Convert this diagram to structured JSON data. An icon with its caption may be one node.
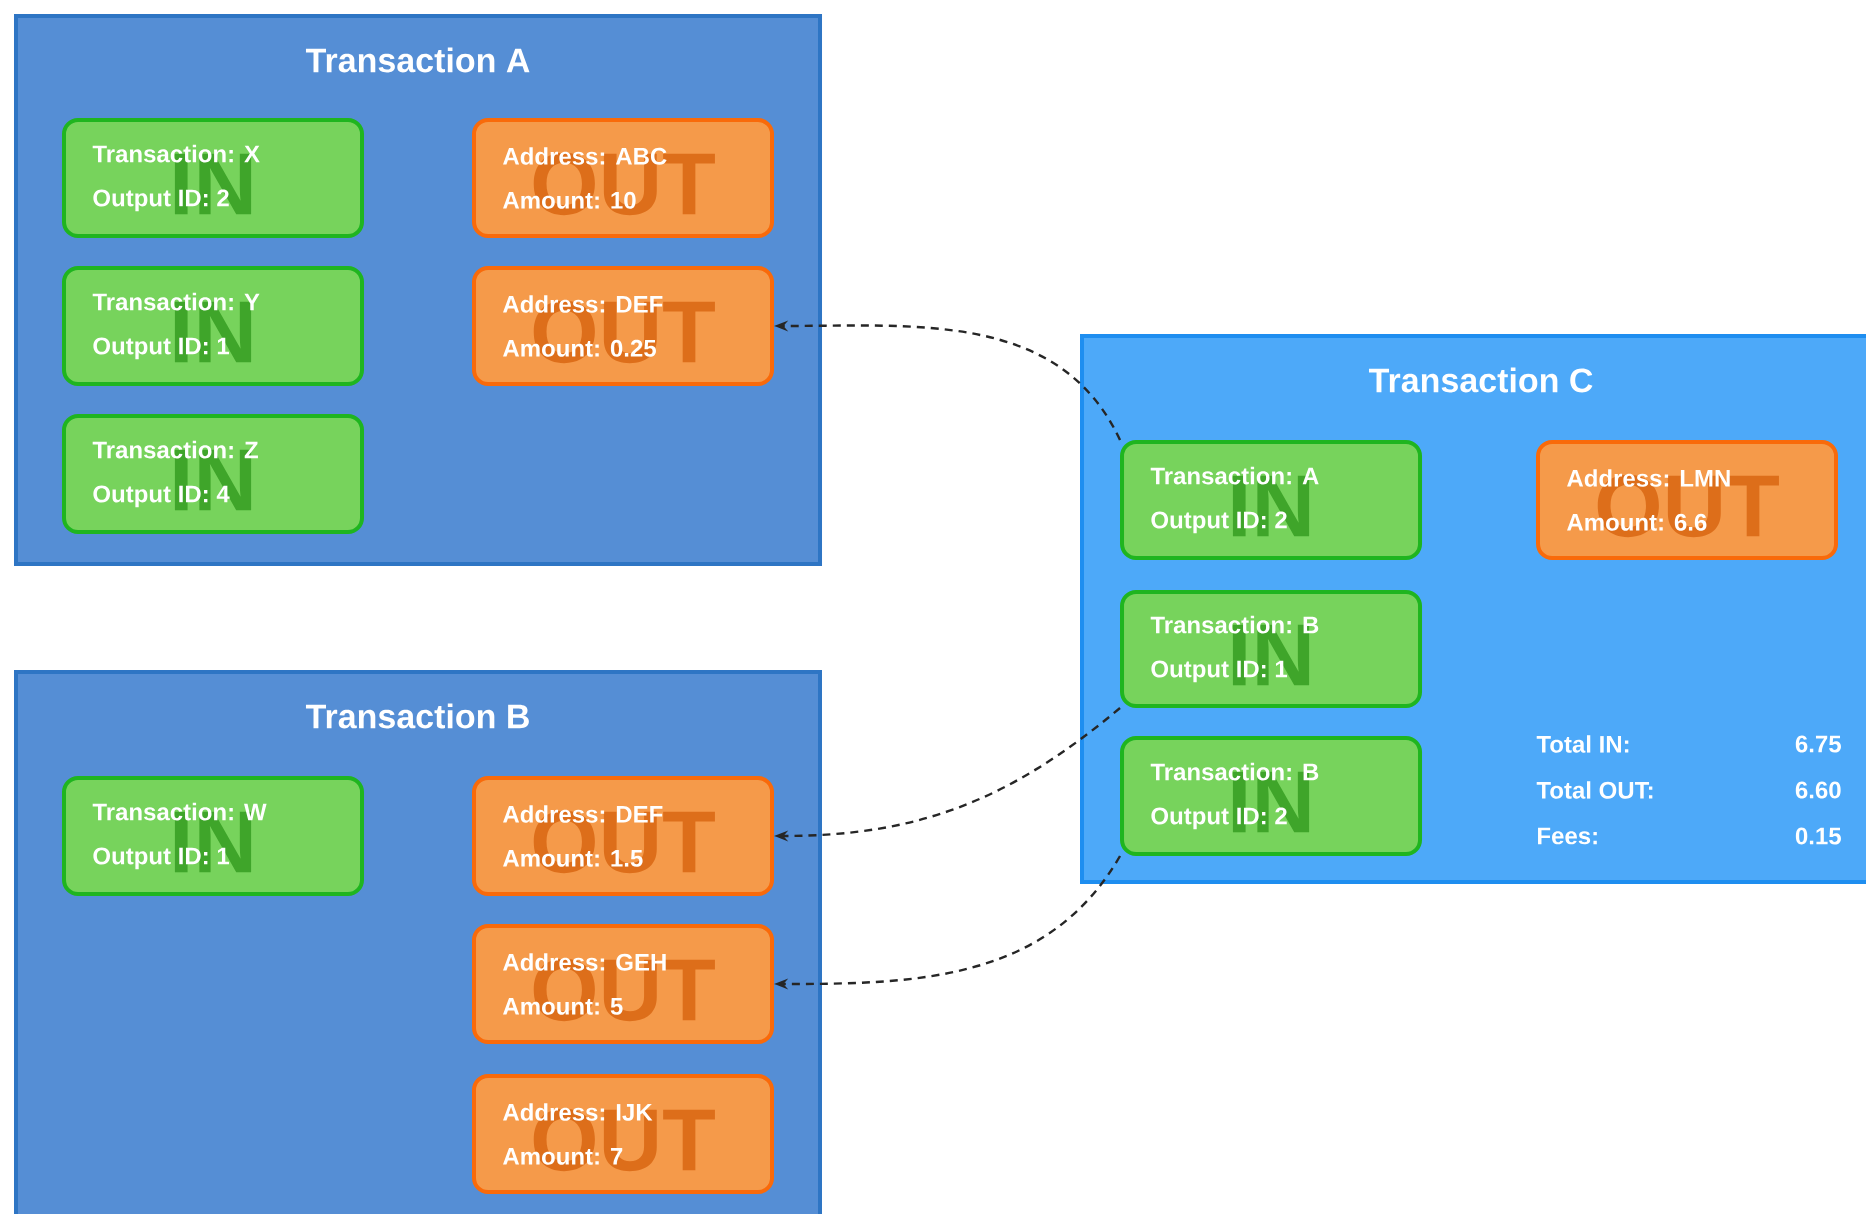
{
  "diagram": {
    "nodes": [
      {
        "text": [
          "Transaction A"
        ]
      },
      {
        "text": [
          "Transaction: X",
          "Output ID: 2",
          "IN"
        ],
        "in": 0
      },
      {
        "text": [
          "Address: ABC",
          "Amount: 10",
          "OUT"
        ],
        "in": 0
      },
      {
        "text": [
          "Transaction: Y",
          "Output ID: 1",
          "IN"
        ],
        "in": 0
      },
      {
        "text": [
          "Address: DEF",
          "Amount: 0.25",
          "OUT"
        ],
        "in": 0
      },
      {
        "text": [
          "Transaction: Z",
          "Output ID: 4",
          "IN"
        ],
        "in": 0
      },
      {
        "text": [
          "Transaction B"
        ]
      },
      {
        "text": [
          "Transaction: W",
          "Output ID: 1",
          "IN"
        ],
        "in": 6
      },
      {
        "text": [
          "Address: DEF",
          "Amount: 1.5",
          "OUT"
        ],
        "in": 6
      },
      {
        "text": [
          "Address: GEH",
          "Amount: 5",
          "OUT"
        ],
        "in": 6
      },
      {
        "text": [
          "Address: IJK",
          "Amount: 7",
          "OUT"
        ],
        "in": 6
      },
      {
        "text": [
          "Transaction C"
        ]
      },
      {
        "text": [
          "Transaction: A",
          "Output ID: 2",
          "IN"
        ],
        "in": 11
      },
      {
        "text": [
          "Address: LMN",
          "Amount: 6.6",
          "OUT"
        ],
        "in": 11
      },
      {
        "text": [
          "Transaction: B",
          "Output ID: 1",
          "IN"
        ],
        "in": 11
      },
      {
        "text": [
          "Transaction: B",
          "Output ID: 2",
          "IN"
        ],
        "in": 11
      }
    ],
    "edges": [
      {
        "from": 12,
        "to": 4,
        "arrow": "to",
        "style": "dashed"
      },
      {
        "from": 14,
        "to": 8,
        "arrow": "to",
        "style": "dashed"
      },
      {
        "from": 15,
        "to": 9,
        "arrow": "to",
        "style": "dashed"
      }
    ],
    "labels": [
      "Total IN:",
      "6.75",
      "Total OUT:",
      "6.60",
      "Fees:",
      "0.15"
    ]
  }
}
